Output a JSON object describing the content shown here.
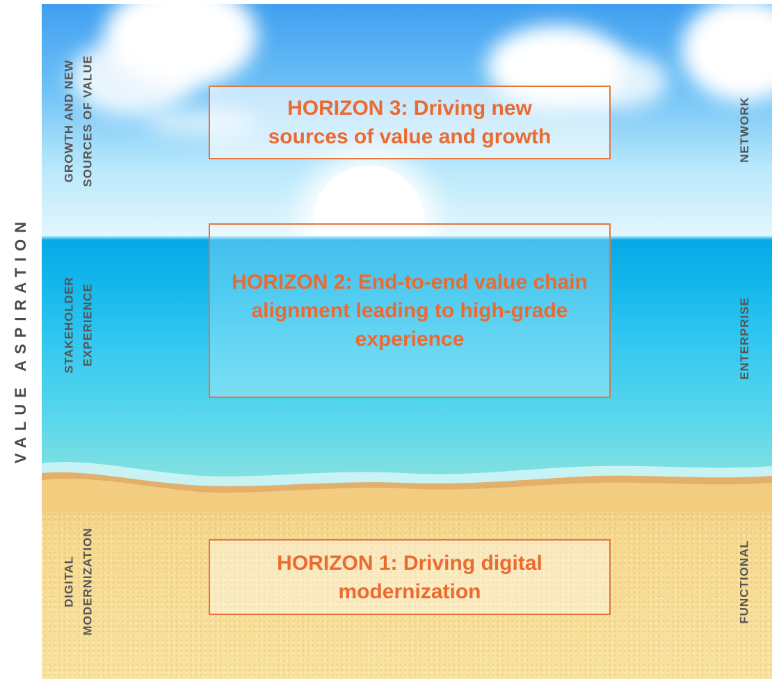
{
  "axis_label": "VALUE ASPIRATION",
  "horizons": {
    "h3": {
      "text": "HORIZON 3: Driving new sources of value and growth"
    },
    "h2": {
      "text": "HORIZON 2: End-to-end value chain alignment leading to high-grade experience"
    },
    "h1": {
      "text": "HORIZON 1: Driving digital modernization"
    }
  },
  "left_labels": {
    "top": {
      "line1": "GROWTH AND NEW",
      "line2": "SOURCES OF VALUE"
    },
    "middle": {
      "line1": "STAKEHOLDER",
      "line2": "EXPERIENCE"
    },
    "bottom": {
      "line1": "DIGITAL",
      "line2": "MODERNIZATION"
    }
  },
  "right_labels": {
    "top": "NETWORK",
    "middle": "ENTERPRISE",
    "bottom": "FUNCTIONAL"
  },
  "colors": {
    "accent": "#ec6a2f",
    "label": "#555555",
    "axis": "#4a4a4a",
    "sky": "#3f9ff0",
    "sea": "#07a8e6",
    "sand": "#f6d98e"
  }
}
